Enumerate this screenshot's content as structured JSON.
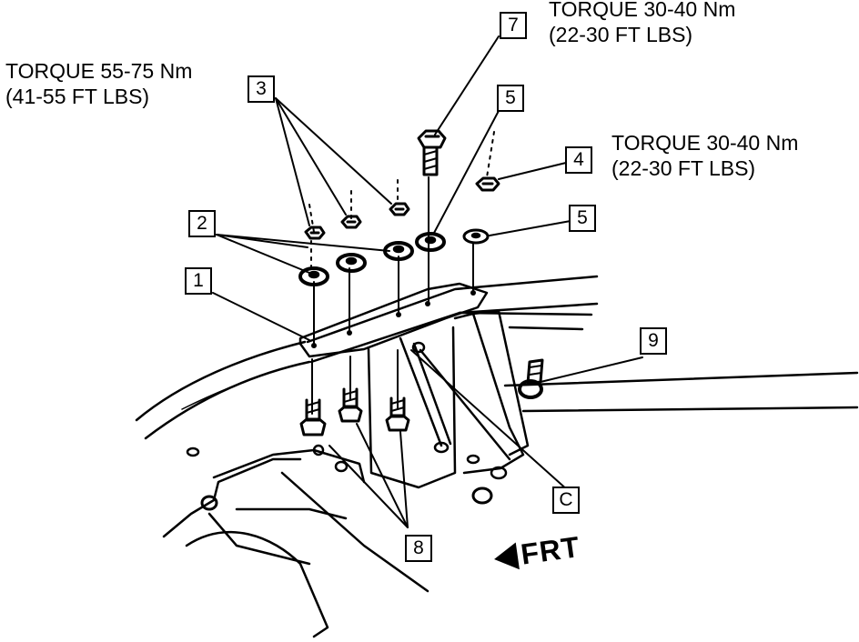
{
  "torque_specs": [
    {
      "nm": "TORQUE 55-75 Nm",
      "ftlbs": "(41-55 FT LBS)"
    },
    {
      "nm": "TORQUE 30-40 Nm",
      "ftlbs": "(22-30 FT LBS)"
    },
    {
      "nm": "TORQUE 30-40 Nm",
      "ftlbs": "(22-30 FT LBS)"
    }
  ],
  "callouts": [
    "1",
    "2",
    "3",
    "4",
    "5",
    "5",
    "7",
    "8",
    "9",
    "C"
  ],
  "direction": {
    "label": "FRT",
    "icon": "left-arrow-icon"
  }
}
